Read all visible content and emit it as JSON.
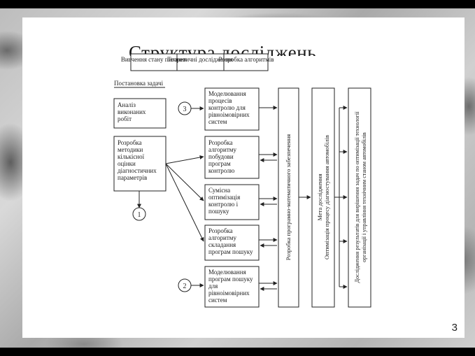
{
  "slide": {
    "title": "Структура досліджень",
    "page_number": "3"
  },
  "diagram": {
    "top_header": [
      "Вивчення стану питання",
      "Теоретичні дослідження",
      "Розробка алгоритмів"
    ],
    "task_label": "Постановка задачі",
    "left_boxes": [
      [
        "Аналіз",
        "виконаних",
        "робіт"
      ],
      [
        "Розробка",
        "методики",
        "кількісної",
        "оцінки",
        "діагностичних",
        "параметрів"
      ]
    ],
    "middle_boxes": [
      [
        "Моделювання",
        "процесів",
        "контролю для",
        "рівноімовірних",
        "систем"
      ],
      [
        "Розробка",
        "алгоритму",
        "побудови",
        "програм",
        "контролю"
      ],
      [
        "Сумісна",
        "оптимізація",
        "контролю і",
        "пошуку"
      ],
      [
        "Розробка",
        "алгоритму",
        "складання",
        "програм пошуку"
      ],
      [
        "Моделювання",
        "програм пошуку",
        "для",
        "рівноімовірних",
        "систем"
      ]
    ],
    "circles": [
      "3",
      "1",
      "2"
    ],
    "vertical_boxes": [
      [
        "Розробка програмно-математичного забезпечення"
      ],
      [
        "Мета дослідження",
        "Оптимізація процесу діагностування автомобілів"
      ],
      [
        "Дослідження результатів для вирішення задач по оптимізації технології",
        "організації і управління технічним станом автомобілів"
      ]
    ]
  }
}
